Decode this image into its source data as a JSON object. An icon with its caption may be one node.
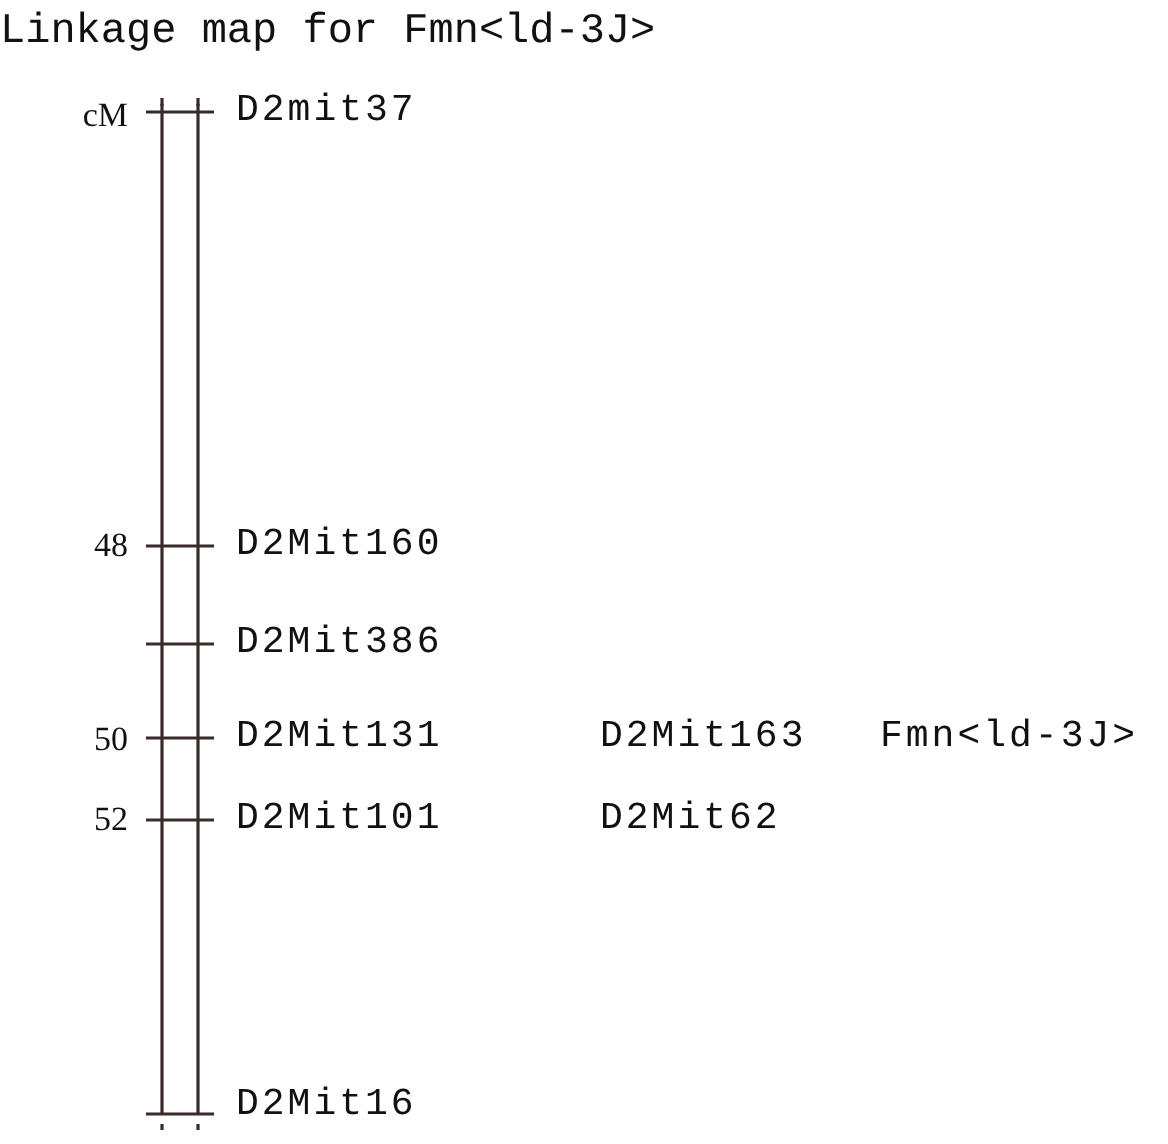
{
  "diagram": {
    "title": "Linkage map for Fmn<ld-3J>",
    "labels": [
      "cM",
      "D2mit37",
      "48",
      "D2Mit160",
      "D2Mit386",
      "50",
      "D2Mit131",
      "D2Mit163",
      "Fmn<ld-3J>",
      "52",
      "D2Mit101",
      "D2Mit62",
      "D2Mit16"
    ]
  }
}
